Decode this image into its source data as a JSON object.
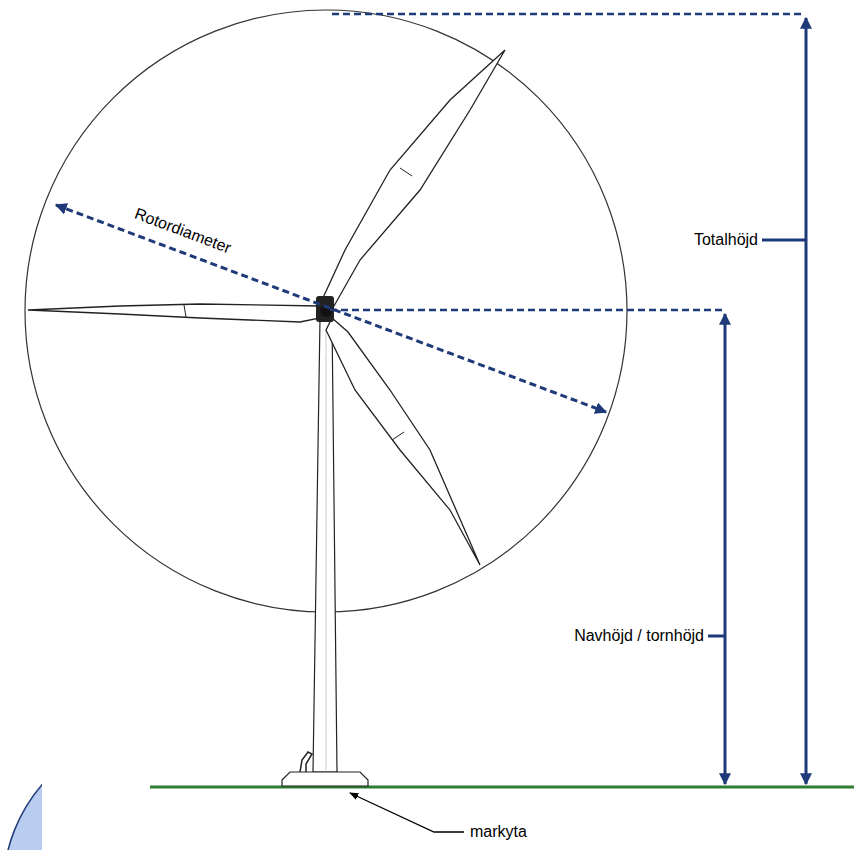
{
  "diagram": {
    "labels": [
      "Rotordiameter",
      "Totalhöjd",
      "Navhöjd / tornhöjd",
      "markyta"
    ]
  }
}
